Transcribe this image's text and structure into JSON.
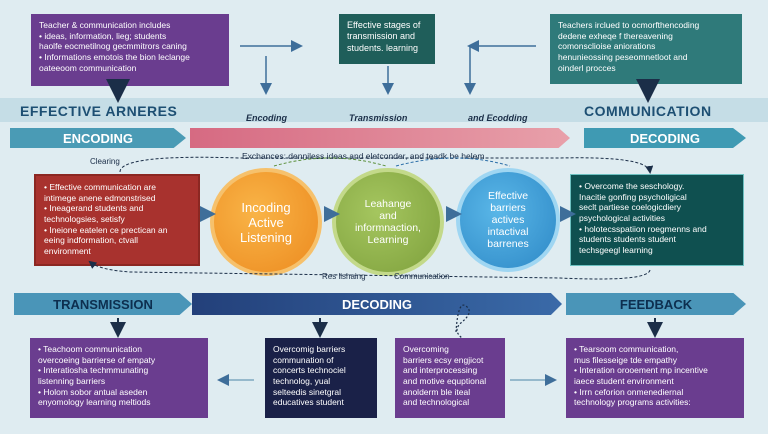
{
  "top_boxes": {
    "left": "Teacher & communication includes\n• ideas, information,   lieg; students\n  haolfe eocmetilnog gecmmitrors caning\n• Informations emotois the bion leclange\n  oateeoom communication",
    "middle": "Effective stages of\ntransmission and\nstudents. learning",
    "right": "Teachers irclued to ocmorfthencoding\ndedene exheqe f thereavening\ncomonsclioise aniorations\nhenunieossing peseomnetloot and\noinderl procces"
  },
  "headings": {
    "left": "EFFECTIVE ARNERES",
    "right": "COMMUNICATION"
  },
  "stage_labels": {
    "encoding": "Encoding",
    "transmission": "Transmission",
    "and_encoding": "and Ecodding"
  },
  "bands_top": {
    "left": "ENCODING",
    "right": "DECODING"
  },
  "middle": {
    "clearing": "Clearing",
    "exchange_text": "Exchances: denniless ideas and eletconder, and teadk be helem",
    "left_box": "• Effective communication are\n  intimege anene edmonstrised\n• Ineagerand students and\n  technologsies, setisfy\n• Ineione eatelen ce prectican an\n  eeing indformation, ctvall\n  environment",
    "right_box": "• Overcome the seschology.\n  Inacitie gonfing psycholigical\n  seclt partiese coelogicdiery\n  psychological activities\n• holotecsspatiion roegmenns and\n  students students  student\n  techsgeegl learning",
    "resi_label": "Res lishaing",
    "comm_label": "Communication"
  },
  "circles": {
    "c1": "Incoding\nActive\nListening",
    "c2": "Leahange\nand\ninformnaction,\nLearning",
    "c3": "Effective\nbarriers\nactives\nintactival\nbarrenes"
  },
  "bands_bottom": {
    "left": "TRANSMISSION",
    "middle": "DECODING",
    "right": "FEEDBACK"
  },
  "bottom_boxes": {
    "b1": "• Teachoom communication\n  overcoeing barrierse of empaty\n• Interatiosha techmmunating\n  listenning barriers\n• Holom  sobor antual  aseden\n  enyomology learning meltiods",
    "b2": "Overcomig barriers\ncommunation of\nconcerts technociel\ntechnolog, yual\nselteedis   sinetgral\neducatives student",
    "b3": "Overcoming\nbarriers ecsy engjicot\nand interprocessing\nand motive equptional\nanolderm ble iteal\nand technological",
    "b4": "• Tearsoom communication,\n  mus filesseige tde empathy\n• Interation orooement mp incentive\n  iaece student environment\n• Irrn ceforion onmenediernal\n  technology programs activities:"
  },
  "colors": {
    "background": "#dfecf1",
    "purple": "#6a3d8f",
    "teal": "#2f7a7a",
    "navy": "#1a2148",
    "red": "#a8322e",
    "arrow": "#3e6e9a",
    "orange": "#f09a2a",
    "green": "#8bb04a",
    "blue": "#3a9fd8"
  }
}
